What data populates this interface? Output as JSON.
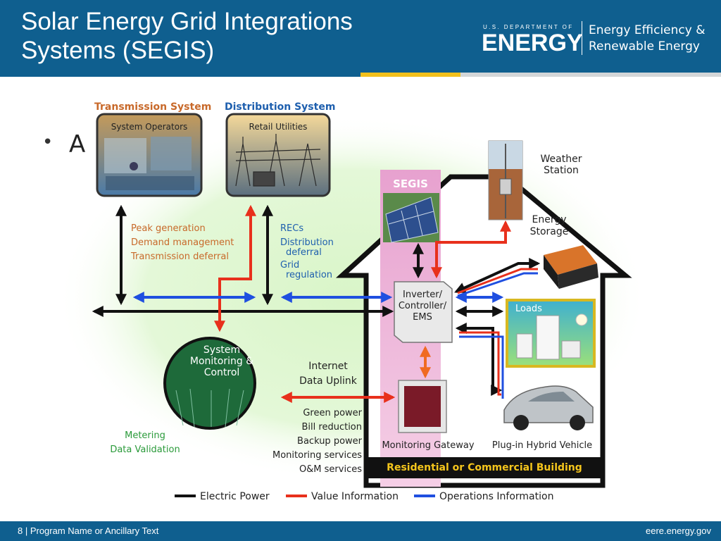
{
  "header": {
    "title_line1": "Solar Energy Grid Integrations",
    "title_line2": "Systems (SEGIS)",
    "logo_small": "U.S. DEPARTMENT OF",
    "logo_big": "ENERGY",
    "office_line1": "Energy Efficiency &",
    "office_line2": "Renewable Energy",
    "bullet_text": "A"
  },
  "diagram": {
    "transmission_heading": "Transmission System",
    "distribution_heading": "Distribution System",
    "system_operators": "System Operators",
    "retail_utilities": "Retail Utilities",
    "transmission_benefits": [
      "Peak generation",
      "Demand management",
      "Transmission deferral"
    ],
    "distribution_benefits": [
      "RECs",
      "Distribution",
      "deferral",
      "Grid",
      "regulation"
    ],
    "segis_label": "SEGIS",
    "weather_station": [
      "Weather",
      "Station"
    ],
    "energy_storage": [
      "Energy",
      "Storage"
    ],
    "inverter": [
      "Inverter/",
      "Controller/",
      "EMS"
    ],
    "loads": "Loads",
    "monitoring": [
      "System",
      "Monitoring &",
      "Control"
    ],
    "metering": [
      "Metering",
      "Data Validation"
    ],
    "internet": [
      "Internet",
      "Data Uplink"
    ],
    "services": [
      "Green power",
      "Bill reduction",
      "Backup power",
      "Monitoring services",
      "O&M services"
    ],
    "monitoring_gateway": "Monitoring Gateway",
    "hybrid_vehicle": "Plug-in Hybrid Vehicle",
    "building_label": "Residential or Commercial Building",
    "legend": [
      "Electric Power",
      "Value Information",
      "Operations Information"
    ]
  },
  "footer": {
    "left": "8 | Program Name or Ancillary Text",
    "right": "eere.energy.gov"
  },
  "colors": {
    "header_blue": "#0f5f8f",
    "electric_power": "#111111",
    "value_info": "#e8301c",
    "operations_info": "#1f4fe0",
    "heading_orange": "#c8692a",
    "heading_blue": "#1e5fae",
    "segis_pink": "#e9a7d1"
  }
}
